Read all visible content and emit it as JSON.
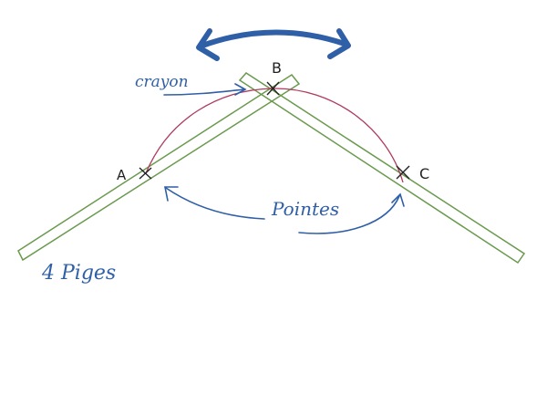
{
  "diagram": {
    "point_a": "A",
    "point_b": "B",
    "point_c": "C",
    "label_pencil": "crayon",
    "label_tips": "Pointes",
    "label_rulers": "4 Piges"
  },
  "colors": {
    "ruler": "#6a9a4e",
    "arc": "#b03a5e",
    "annotation": "#2f5fa6",
    "ink": "#222222"
  }
}
